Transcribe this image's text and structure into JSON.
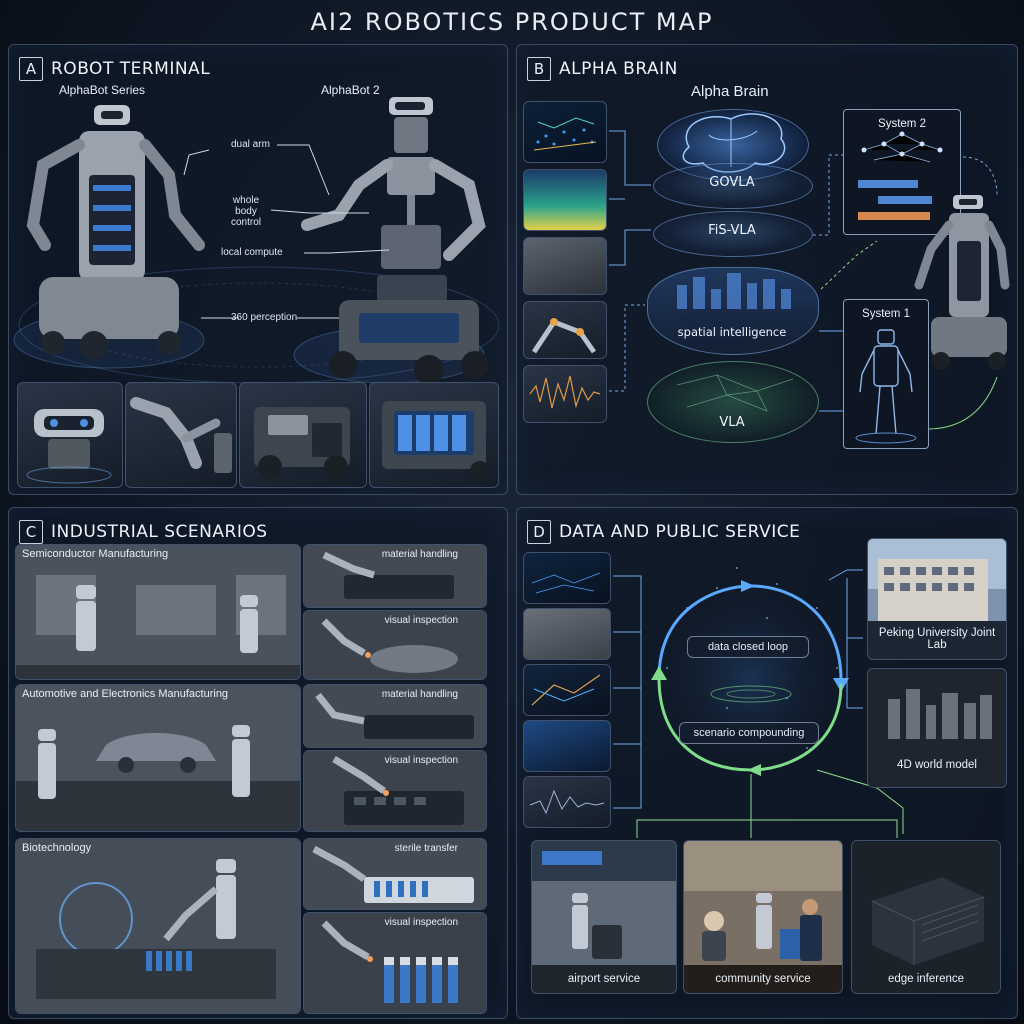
{
  "title": "AI2 ROBOTICS PRODUCT MAP",
  "panels": {
    "a": {
      "letter": "A",
      "title": "ROBOT TERMINAL",
      "series_label": "AlphaBot Series",
      "model_label": "AlphaBot 2",
      "callouts": [
        "dual arm",
        "whole body control",
        "local compute",
        "360 perception"
      ]
    },
    "b": {
      "letter": "B",
      "title": "ALPHA BRAIN",
      "brain_label": "Alpha Brain",
      "layers": [
        "GOVLA",
        "FiS-VLA",
        "spatial intelligence",
        "VLA"
      ],
      "system2": "System 2",
      "system1": "System 1"
    },
    "c": {
      "letter": "C",
      "title": "INDUSTRIAL SCENARIOS",
      "rows": [
        {
          "name": "Semiconductor Manufacturing",
          "tasks": [
            "material handling",
            "visual inspection"
          ]
        },
        {
          "name": "Automotive and Electronics Manufacturing",
          "tasks": [
            "material handling",
            "visual inspection"
          ]
        },
        {
          "name": "Biotechnology",
          "tasks": [
            "sterile transfer",
            "visual inspection"
          ]
        }
      ]
    },
    "d": {
      "letter": "D",
      "title": "DATA AND PUBLIC SERVICE",
      "loop_top": "data closed loop",
      "loop_bottom": "scenario compounding",
      "lab": "Peking University Joint Lab",
      "world_model": "4D world model",
      "services": [
        "airport service",
        "community service",
        "edge inference"
      ]
    }
  },
  "colors": {
    "accent_blue": "#5aa9ff",
    "accent_green": "#7fdc8a",
    "panel_border": "#3a4a60"
  }
}
